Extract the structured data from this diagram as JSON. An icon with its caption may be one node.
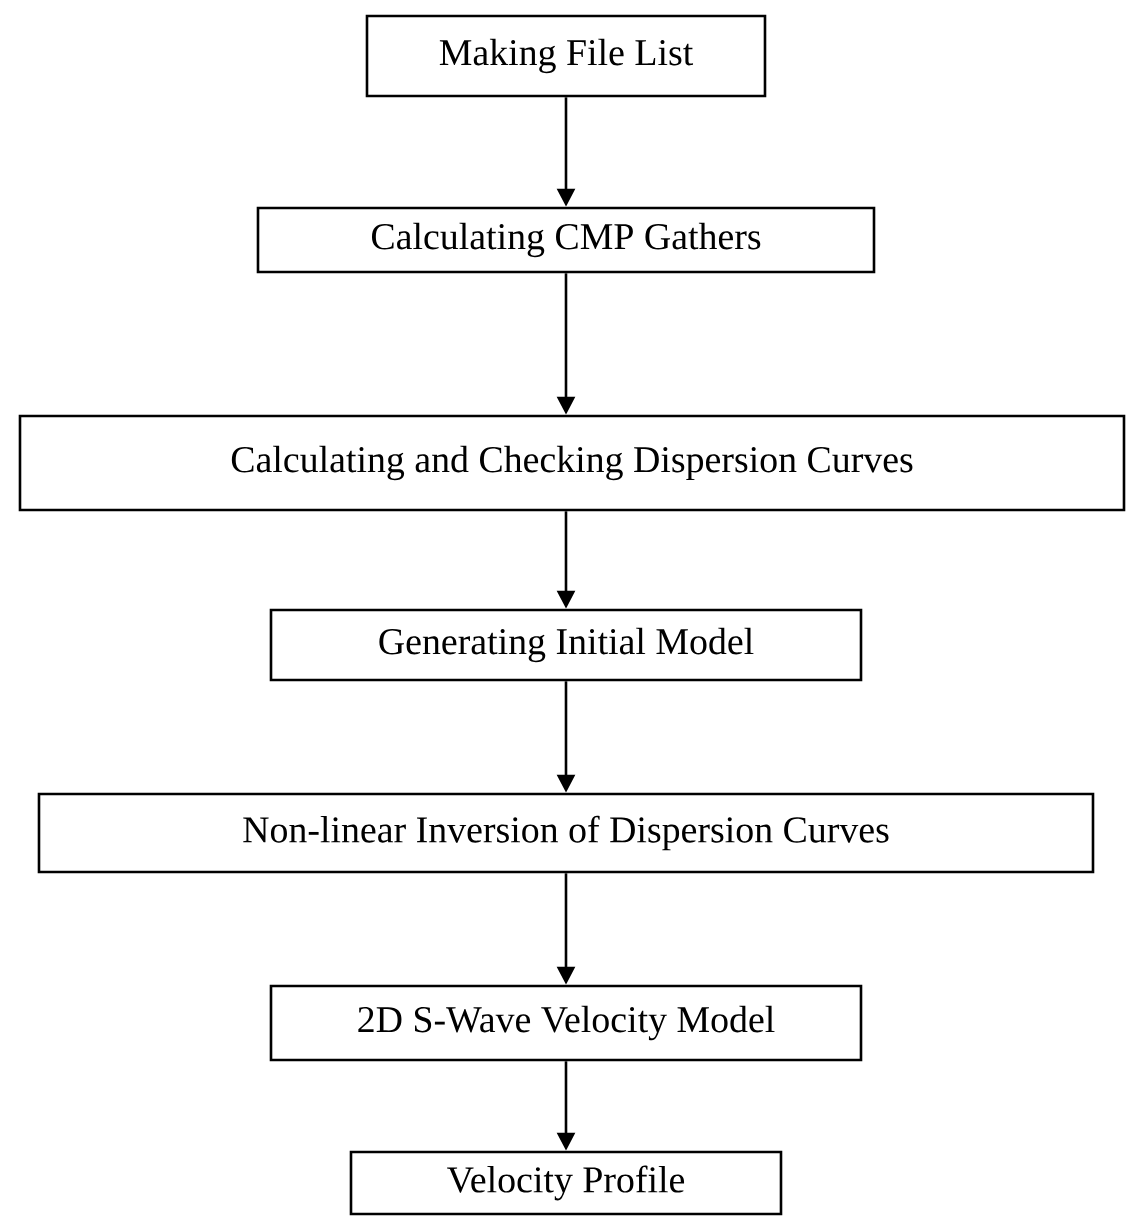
{
  "diagram": {
    "nodes": [
      {
        "text": [
          "Making File List"
        ]
      },
      {
        "text": [
          "Calculating CMP Gathers"
        ]
      },
      {
        "text": [
          "Calculating and Checking Dispersion Curves"
        ]
      },
      {
        "text": [
          "Generating Initial Model"
        ]
      },
      {
        "text": [
          "Non-linear Inversion of Dispersion Curves"
        ]
      },
      {
        "text": [
          "2D S-Wave Velocity Model"
        ]
      },
      {
        "text": [
          "Velocity Profile"
        ]
      }
    ],
    "edges": [
      {
        "from": 0,
        "to": 1,
        "arrow": "to"
      },
      {
        "from": 1,
        "to": 2,
        "arrow": "to"
      },
      {
        "from": 2,
        "to": 3,
        "arrow": "to"
      },
      {
        "from": 3,
        "to": 4,
        "arrow": "to"
      },
      {
        "from": 4,
        "to": 5,
        "arrow": "to"
      },
      {
        "from": 5,
        "to": 6,
        "arrow": "to"
      }
    ]
  }
}
